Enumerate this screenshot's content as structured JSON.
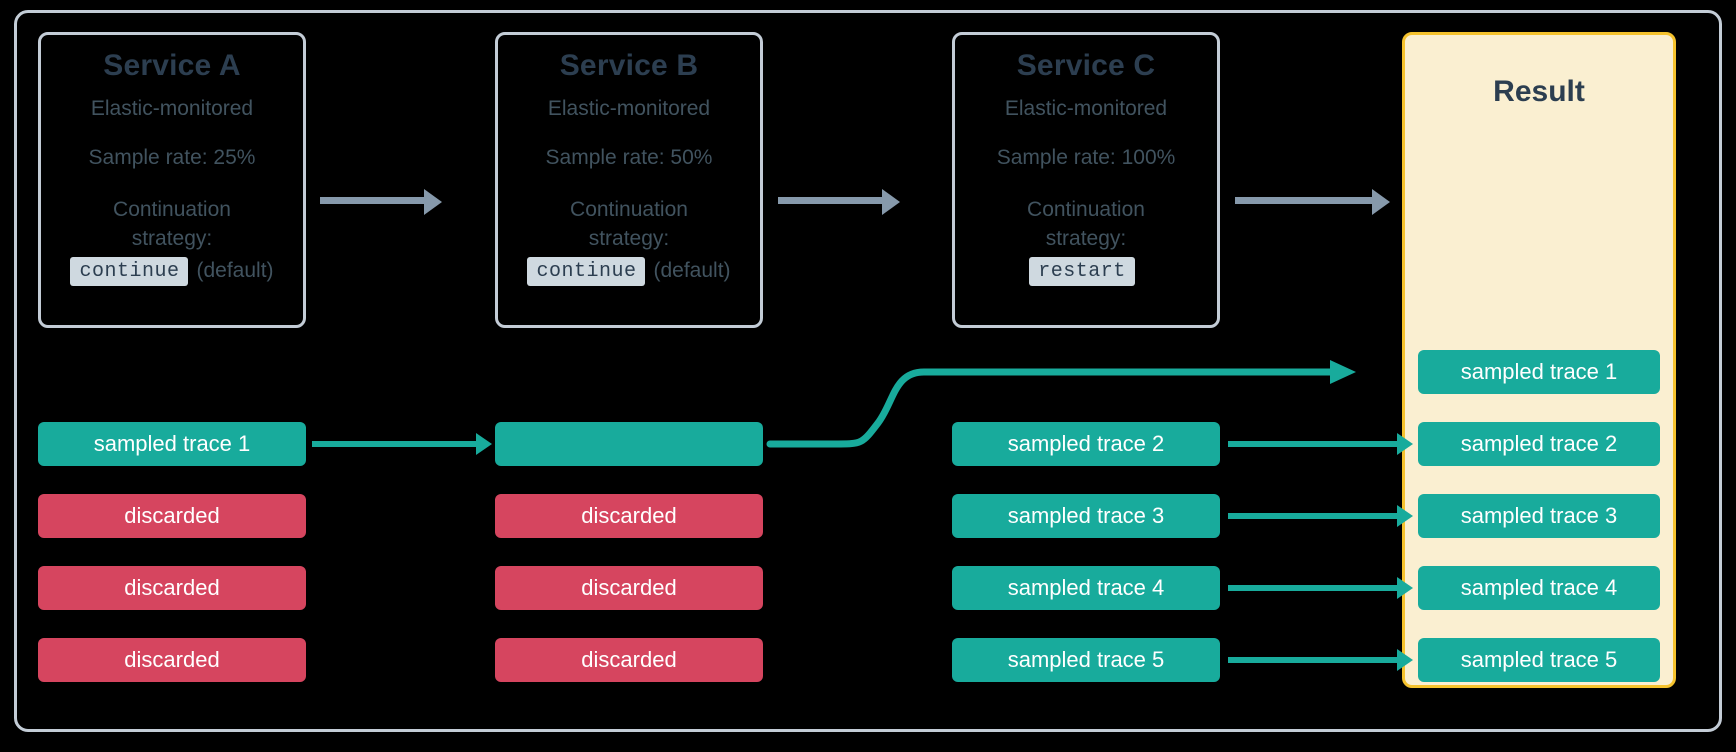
{
  "diagram": {
    "title": "Distributed tracing sampling across services",
    "type": "flow",
    "background": "#000000",
    "colors": {
      "frame_border": "#c3ccd6",
      "service_border": "#c3ccd6",
      "heading_text": "#2c3e50",
      "body_text": "#41535f",
      "sampled_teal": "#18ab9c",
      "discarded_red": "#d6455f",
      "result_border": "#f5c22d",
      "result_fill": "#faefd1",
      "grey_arrow": "#8699ab",
      "code_badge_bg": "#cfd9e0"
    }
  },
  "services": [
    {
      "name": "Service A",
      "subtitle": "Elastic-monitored",
      "sample_rate_label": "Sample rate: 25%",
      "sample_rate_value": 25,
      "continuation_label": "Continuation\nstrategy:",
      "continuation_line1": "Continuation",
      "continuation_line2": "strategy:",
      "strategy": "continue",
      "strategy_note": "(default)"
    },
    {
      "name": "Service B",
      "subtitle": "Elastic-monitored",
      "sample_rate_label": "Sample rate: 50%",
      "sample_rate_value": 50,
      "continuation_line1": "Continuation",
      "continuation_line2": "strategy:",
      "strategy": "continue",
      "strategy_note": "(default)"
    },
    {
      "name": "Service C",
      "subtitle": "Elastic-monitored",
      "sample_rate_label": "Sample rate: 100%",
      "sample_rate_value": 100,
      "continuation_line1": "Continuation",
      "continuation_line2": "strategy:",
      "strategy": "restart",
      "strategy_note": ""
    }
  ],
  "result": {
    "title": "Result",
    "traces": [
      "sampled trace 1",
      "sampled trace 2",
      "sampled trace 3",
      "sampled trace 4",
      "sampled trace 5"
    ]
  },
  "columns": {
    "service_a_traces": [
      {
        "label": "sampled trace 1",
        "state": "sampled"
      },
      {
        "label": "discarded",
        "state": "discarded"
      },
      {
        "label": "discarded",
        "state": "discarded"
      },
      {
        "label": "discarded",
        "state": "discarded"
      }
    ],
    "service_b_traces": [
      {
        "label": "",
        "state": "sampled"
      },
      {
        "label": "discarded",
        "state": "discarded"
      },
      {
        "label": "discarded",
        "state": "discarded"
      },
      {
        "label": "discarded",
        "state": "discarded"
      }
    ],
    "service_c_traces": [
      {
        "label": "sampled trace 2",
        "state": "sampled"
      },
      {
        "label": "sampled trace 3",
        "state": "sampled"
      },
      {
        "label": "sampled trace 4",
        "state": "sampled"
      },
      {
        "label": "sampled trace 5",
        "state": "sampled"
      }
    ]
  }
}
